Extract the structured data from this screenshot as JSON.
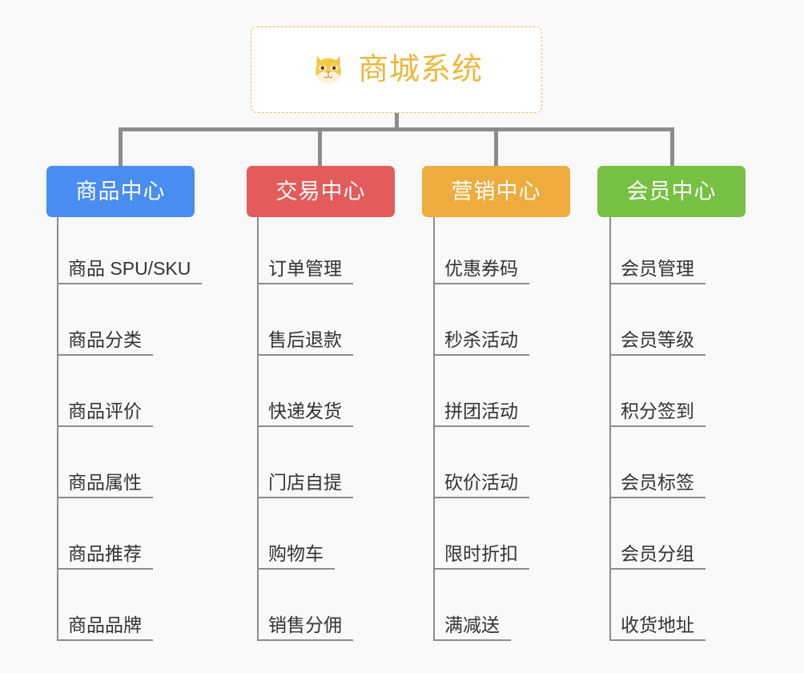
{
  "background_color": "#f9f9f9",
  "connector_color": "#8c8c8c",
  "root": {
    "title": "商城系统",
    "icon": "dog-face-icon",
    "text_color": "#f0b63c",
    "border_color": "#f0b95a",
    "background_color": "#ffffff"
  },
  "columns": [
    {
      "id": "product-center",
      "label": "商品中心",
      "color": "#4a8df0",
      "items": [
        "商品 SPU/SKU",
        "商品分类",
        "商品评价",
        "商品属性",
        "商品推荐",
        "商品品牌"
      ]
    },
    {
      "id": "trade-center",
      "label": "交易中心",
      "color": "#e45b5b",
      "items": [
        "订单管理",
        "售后退款",
        "快递发货",
        "门店自提",
        "购物车",
        "销售分佣"
      ]
    },
    {
      "id": "marketing-center",
      "label": "营销中心",
      "color": "#eeab3e",
      "items": [
        "优惠券码",
        "秒杀活动",
        "拼团活动",
        "砍价活动",
        "限时折扣",
        "满减送"
      ]
    },
    {
      "id": "member-center",
      "label": "会员中心",
      "color": "#76c043",
      "items": [
        "会员管理",
        "会员等级",
        "积分签到",
        "会员标签",
        "会员分组",
        "收货地址"
      ]
    }
  ]
}
